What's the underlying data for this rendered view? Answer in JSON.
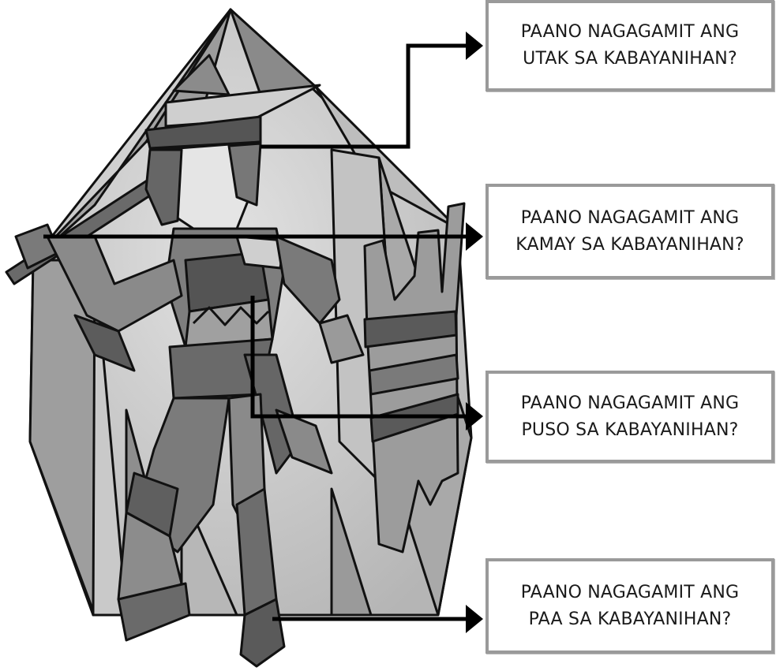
{
  "labels": {
    "utak": {
      "line1": "PAANO NAGAGAMIT ANG",
      "line2": "UTAK SA KABAYANIHAN?"
    },
    "kamay": {
      "line1": "PAANO NAGAGAMIT ANG",
      "line2": "KAMAY SA KABAYANIHAN?"
    },
    "puso": {
      "line1": "PAANO NAGAGAMIT ANG",
      "line2": "PUSO SA KABAYANIHAN?"
    },
    "paa": {
      "line1": "PAANO NAGAGAMIT ANG",
      "line2": "PAA SA KABAYANIHAN?"
    }
  },
  "colors": {
    "outline": "#111111",
    "pane_light": "#d6d6d6",
    "pane_mid": "#a8a8a8",
    "pane_dark": "#6f6f6f",
    "pane_darker": "#555555",
    "box_border": "#9a9a9a"
  },
  "illustration": "stained-glass-hero-figure"
}
